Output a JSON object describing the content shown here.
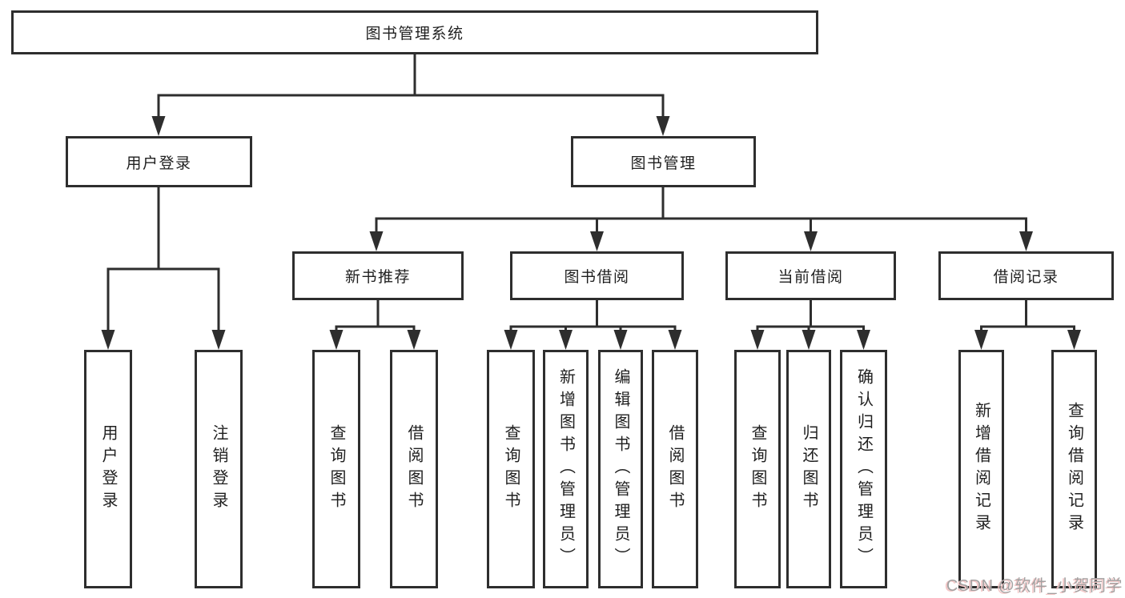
{
  "tree": {
    "root": {
      "label": "图书管理系统"
    },
    "branches": [
      {
        "label": "用户登录",
        "children": [
          {
            "label": "用户登录"
          },
          {
            "label": "注销登录"
          }
        ]
      },
      {
        "label": "图书管理",
        "children": [
          {
            "label": "新书推荐",
            "children": [
              {
                "label": "查询图书"
              },
              {
                "label": "借阅图书"
              }
            ]
          },
          {
            "label": "图书借阅",
            "children": [
              {
                "label": "查询图书"
              },
              {
                "label": "新增图书（管理员）"
              },
              {
                "label": "编辑图书（管理员）"
              },
              {
                "label": "借阅图书"
              }
            ]
          },
          {
            "label": "当前借阅",
            "children": [
              {
                "label": "查询图书"
              },
              {
                "label": "归还图书"
              },
              {
                "label": "确认归还（管理员）"
              }
            ]
          },
          {
            "label": "借阅记录",
            "children": [
              {
                "label": "新增借阅记录"
              },
              {
                "label": "查询借阅记录"
              }
            ]
          }
        ]
      }
    ]
  },
  "watermark": {
    "full": "CSDN @软件_小贺同学"
  },
  "colors": {
    "line": "#2e2e2e",
    "box_border": "#2e2e2e",
    "box_fill": "#ffffff",
    "text": "#1f1f1f",
    "watermark_gray": "#a3a1a1",
    "watermark_pink": "#f3c6c6",
    "background": "#ffffff"
  }
}
